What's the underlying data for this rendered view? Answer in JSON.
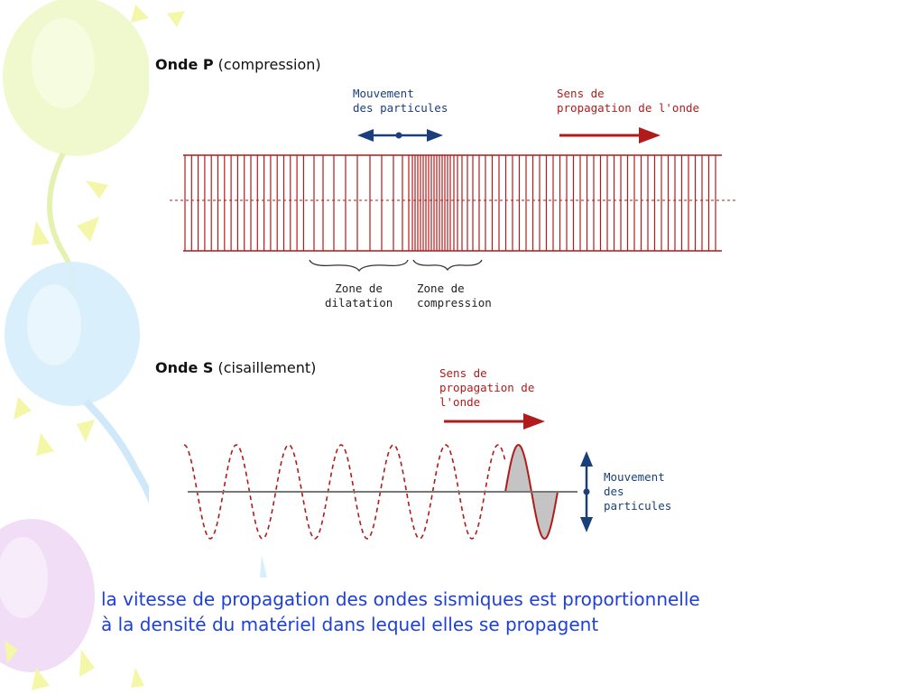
{
  "p_wave": {
    "title_bold": "Onde P",
    "title_rest": " (compression)",
    "particle_motion_line1": "Mouvement",
    "particle_motion_line2": "des particules",
    "propagation_line1": "Sens de",
    "propagation_line2": "propagation de l'onde",
    "dilatation_line1": "Zone de",
    "dilatation_line2": "dilatation",
    "compression_line1": "Zone de",
    "compression_line2": "compression"
  },
  "s_wave": {
    "title_bold": "Onde S",
    "title_rest": " (cisaillement)",
    "propagation_line1": "Sens de",
    "propagation_line2": "propagation de",
    "propagation_line3": "l'onde",
    "particle_motion_line1": "Mouvement",
    "particle_motion_line2": "des",
    "particle_motion_line3": "particules"
  },
  "caption": {
    "line1": "la vitesse de propagation des ondes sismiques est proportionnelle",
    "line2": "à la densité du matériel dans lequel elles se propagent"
  },
  "colors": {
    "wave_red": "#b01c1c",
    "arrow_blue": "#1a3f7a",
    "caption_blue": "#1e40d8"
  }
}
